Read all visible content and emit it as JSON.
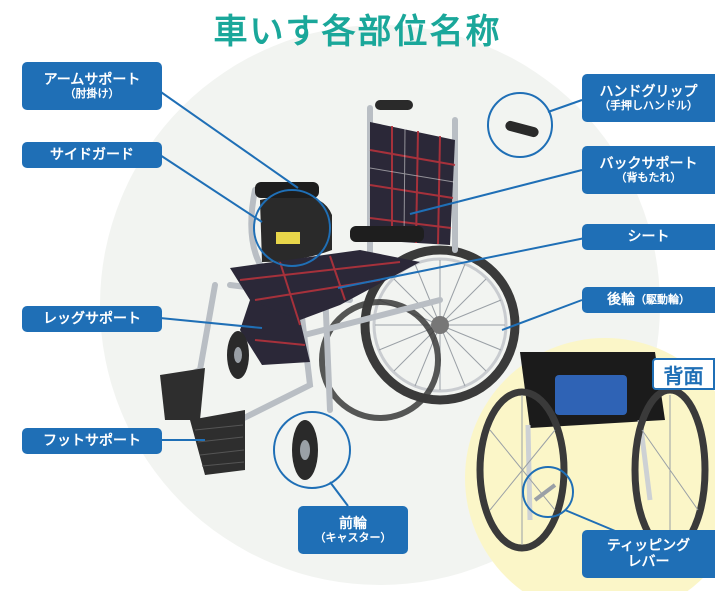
{
  "title": "車いす各部位名称",
  "labels": {
    "arm_support": {
      "main": "アームサポート",
      "sub": "（肘掛け）"
    },
    "side_guard": {
      "main": "サイドガード"
    },
    "leg_support": {
      "main": "レッグサポート"
    },
    "foot_support": {
      "main": "フットサポート"
    },
    "front_wheel": {
      "main": "前輪",
      "sub": "（キャスター）"
    },
    "hand_grip": {
      "main": "ハンドグリップ",
      "sub": "（手押しハンドル）"
    },
    "back_support": {
      "main": "バックサポート",
      "sub": "（背もたれ）"
    },
    "seat": {
      "main": "シート"
    },
    "rear_wheel": {
      "main": "後輪",
      "sub": "（駆動輪）"
    },
    "tipping_lever": {
      "main": "ティッピング",
      "sub": "レバー"
    }
  },
  "back_view_badge": "背面",
  "colors": {
    "title": "#1aa79a",
    "label_bg": "#1f6fb6",
    "background_circle": "#f2f4f1",
    "back_view_bg": "#fbf6c8",
    "frame": "#b9bec4",
    "fabric": "#2b2838",
    "tire": "#3a3a3a"
  }
}
